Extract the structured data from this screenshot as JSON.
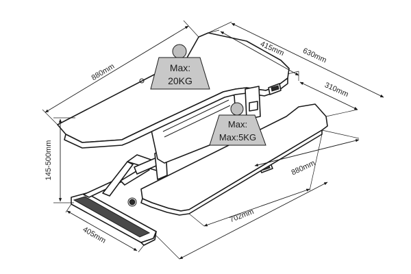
{
  "dimensions": {
    "top_width": "880mm",
    "top_depth_total": "630mm",
    "top_inner_depth": "415mm",
    "keyboard_depth": "310mm",
    "keyboard_width": "880mm",
    "base_length": "702mm",
    "height_range": "145-500mm",
    "base_width": "405mm"
  },
  "loads": {
    "top": {
      "label": "Max:",
      "value": "20KG"
    },
    "keyboard": {
      "label": "Max:",
      "value": "Max:5KG"
    }
  },
  "colors": {
    "line": "#1a1a1a",
    "weight_fill": "#c8c8c8",
    "ball_fill": "#bfbfbf"
  },
  "icons": [
    "weight-icon",
    "weight-icon"
  ]
}
